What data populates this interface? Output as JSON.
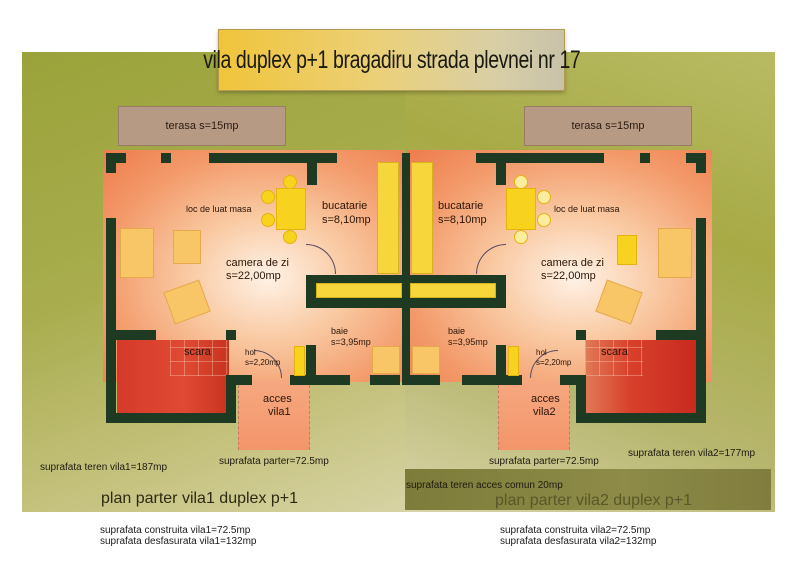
{
  "title": "vila duplex p+1 bragadiru strada plevnei nr 17",
  "colors": {
    "site_green": "#a9ad4e",
    "wall": "#1f3a22",
    "floor_orange": "#f39a6a",
    "furniture_yellow": "#f7d21e",
    "stairs_red": "#d53a2a",
    "terrace": "#b69a84",
    "title_gold": "#f0c43a"
  },
  "vila1": {
    "terasa": "terasa s=15mp",
    "dining": "loc de luat masa",
    "kitchen": {
      "name": "bucatarie",
      "area": "s=8,10mp"
    },
    "living": {
      "name": "camera de zi",
      "area": "s=22,00mp"
    },
    "bath": {
      "name": "baie",
      "area": "s=3,95mp"
    },
    "hall": {
      "name": "hol",
      "area": "s=2,20mp"
    },
    "stairs": "scara",
    "access": {
      "line1": "acces",
      "line2": "vila1"
    },
    "surface_ground_floor": "suprafata parter=72.5mp",
    "surface_land": "suprafata teren vila1=187mp",
    "plan_title": "plan parter vila1 duplex p+1",
    "built_area": "suprafata construita vila1=72.5mp",
    "developed_area": "suprafata desfasurata vila1=132mp"
  },
  "vila2": {
    "terasa": "terasa s=15mp",
    "dining": "loc de luat masa",
    "kitchen": {
      "name": "bucatarie",
      "area": "s=8,10mp"
    },
    "living": {
      "name": "camera de zi",
      "area": "s=22,00mp"
    },
    "bath": {
      "name": "baie",
      "area": "s=3,95mp"
    },
    "hall": {
      "name": "hol",
      "area": "s=2,20mp"
    },
    "stairs": "scara",
    "access": {
      "line1": "acces",
      "line2": "vila2"
    },
    "surface_ground_floor": "suprafata parter=72.5mp",
    "surface_land": "suprafata teren vila2=177mp",
    "plan_title": "plan parter vila2 duplex p+1",
    "built_area": "suprafata construita vila2=72.5mp",
    "developed_area": "suprafata desfasurata vila2=132mp"
  },
  "common_access": "suprafata teren acces comun 20mp"
}
